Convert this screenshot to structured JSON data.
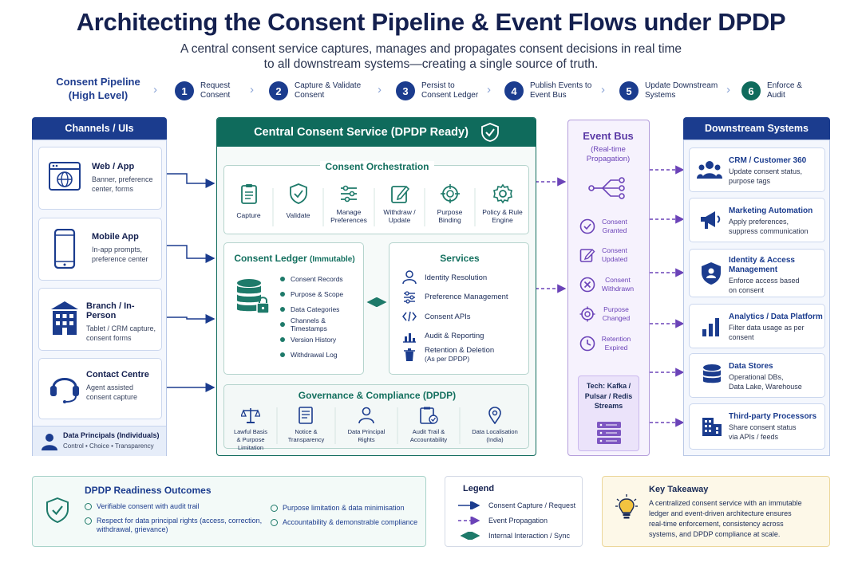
{
  "title": "Architecting the Consent Pipeline & Event Flows under DPDP",
  "subtitle_line1": "A central consent service captures, manages and propagates consent decisions in real time",
  "subtitle_line2": "to all downstream systems—creating a single source of truth.",
  "pipeline": {
    "label_line1": "Consent Pipeline",
    "label_line2": "(High Level)",
    "steps": [
      {
        "num": "1",
        "l1": "Request",
        "l2": "Consent"
      },
      {
        "num": "2",
        "l1": "Capture & Validate",
        "l2": "Consent"
      },
      {
        "num": "3",
        "l1": "Persist to",
        "l2": "Consent Ledger"
      },
      {
        "num": "4",
        "l1": "Publish Events to",
        "l2": "Event Bus"
      },
      {
        "num": "5",
        "l1": "Update Downstream",
        "l2": "Systems"
      },
      {
        "num": "6",
        "l1": "Enforce &",
        "l2": "Audit"
      }
    ]
  },
  "channels": {
    "heading": "Channels / UIs",
    "items": [
      {
        "title": "Web / App",
        "d1": "Banner, preference",
        "d2": "center, forms"
      },
      {
        "title": "Mobile App",
        "d1": "In-app prompts,",
        "d2": "preference center"
      },
      {
        "title": "Branch / In-Person",
        "d1": "Tablet / CRM capture,",
        "d2": "consent forms"
      },
      {
        "title": "Contact Centre",
        "d1": "Agent assisted",
        "d2": "consent capture"
      }
    ],
    "principals_title": "Data Principals (Individuals)",
    "principals_sub": "Control • Choice • Transparency"
  },
  "central": {
    "heading": "Central Consent Service (DPDP Ready)",
    "orchestration": {
      "title": "Consent Orchestration",
      "items": [
        {
          "l1": "Capture",
          "l2": ""
        },
        {
          "l1": "Validate",
          "l2": ""
        },
        {
          "l1": "Manage",
          "l2": "Preferences"
        },
        {
          "l1": "Withdraw /",
          "l2": "Update"
        },
        {
          "l1": "Purpose",
          "l2": "Binding"
        },
        {
          "l1": "Policy & Rule",
          "l2": "Engine"
        }
      ]
    },
    "ledger": {
      "title": "Consent Ledger",
      "title_suffix": "(Immutable)",
      "items": [
        "Consent Records",
        "Purpose & Scope",
        "Data Categories",
        "Channels & Timestamps",
        "Version History",
        "Withdrawal Log"
      ]
    },
    "services": {
      "title": "Services",
      "items": [
        {
          "l1": "Identity Resolution",
          "l2": ""
        },
        {
          "l1": "Preference Management",
          "l2": ""
        },
        {
          "l1": "Consent APIs",
          "l2": ""
        },
        {
          "l1": "Audit & Reporting",
          "l2": ""
        },
        {
          "l1": "Retention & Deletion",
          "l2": "(As per DPDP)"
        }
      ]
    },
    "governance": {
      "title": "Governance & Compliance (DPDP)",
      "items": [
        {
          "l1": "Lawful Basis",
          "l2": "& Purpose Limitation"
        },
        {
          "l1": "Notice &",
          "l2": "Transparency"
        },
        {
          "l1": "Data Principal",
          "l2": "Rights"
        },
        {
          "l1": "Audit Trail &",
          "l2": "Accountability"
        },
        {
          "l1": "Data Localisation",
          "l2": "(India)"
        }
      ]
    }
  },
  "event_bus": {
    "title": "Event Bus",
    "sub1": "(Real-time",
    "sub2": "Propagation)",
    "events": [
      {
        "l1": "Consent",
        "l2": "Granted"
      },
      {
        "l1": "Consent",
        "l2": "Updated"
      },
      {
        "l1": "Consent",
        "l2": "Withdrawn"
      },
      {
        "l1": "Purpose",
        "l2": "Changed"
      },
      {
        "l1": "Retention",
        "l2": "Expired"
      }
    ],
    "tech1": "Tech: Kafka /",
    "tech2": "Pulsar / Redis",
    "tech3": "Streams"
  },
  "downstream": {
    "heading": "Downstream Systems",
    "items": [
      {
        "title": "CRM / Customer 360",
        "title2": "",
        "d1": "Update consent status,",
        "d2": "purpose tags"
      },
      {
        "title": "Marketing Automation",
        "title2": "",
        "d1": "Apply preferences,",
        "d2": "suppress communication"
      },
      {
        "title": "Identity & Access",
        "title2": "Management",
        "d1": "Enforce access based",
        "d2": "on consent"
      },
      {
        "title": "Analytics / Data Platform",
        "title2": "",
        "d1": "Filter data usage as per",
        "d2": "consent"
      },
      {
        "title": "Data Stores",
        "title2": "",
        "d1": "Operational DBs,",
        "d2": "Data Lake, Warehouse"
      },
      {
        "title": "Third-party Processors",
        "title2": "",
        "d1": "Share consent status",
        "d2": "via APIs / feeds"
      }
    ]
  },
  "outcomes": {
    "title": "DPDP Readiness Outcomes",
    "left": [
      "Verifiable consent with audit trail",
      "Respect for data principal rights (access, correction,",
      "withdrawal, grievance)"
    ],
    "right": [
      "Purpose limitation & data minimisation",
      "Accountability & demonstrable compliance"
    ]
  },
  "legend": {
    "title": "Legend",
    "items": [
      "Consent Capture / Request",
      "Event Propagation",
      "Internal Interaction / Sync"
    ]
  },
  "takeaway": {
    "title": "Key Takeaway",
    "lines": [
      "A centralized consent service with an immutable",
      "ledger and event-driven architecture ensures",
      "real-time enforcement, consistency across",
      "systems, and DPDP compliance at scale."
    ]
  },
  "colors": {
    "navy": "#1b3c8e",
    "teal": "#0f6b5c",
    "purple": "#6b43b8",
    "gold": "#e0a92a"
  }
}
